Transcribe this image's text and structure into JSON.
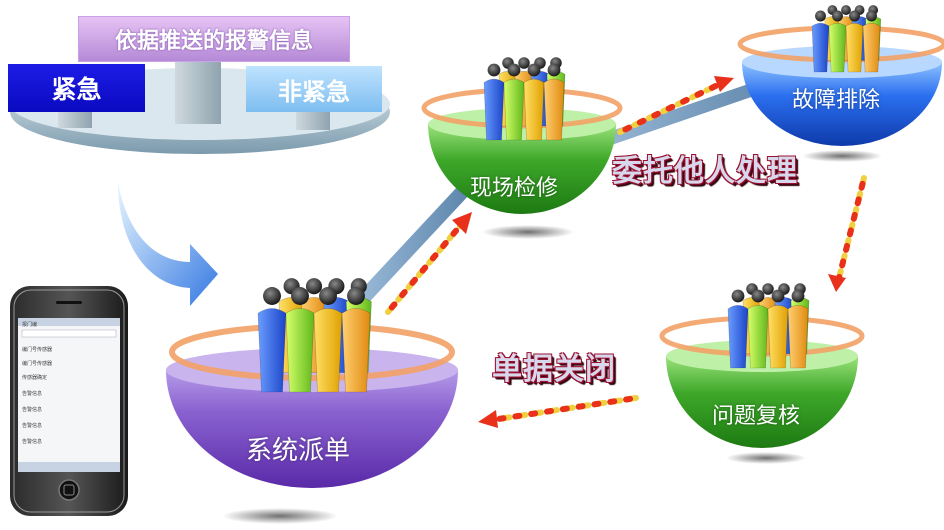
{
  "title": "依据推送的报警信息",
  "categories": {
    "urgent": "紧急",
    "non_urgent": "非紧急"
  },
  "nodes": {
    "dispatch": "系统派单",
    "onsite": "现场检修",
    "troubleshoot": "故障排除",
    "review": "问题复核"
  },
  "actions": {
    "delegate": "委托他人处理",
    "close": "单据关闭"
  },
  "colors": {
    "dispatch_bowl": "#7a52c4",
    "onsite_bowl": "#3ea82a",
    "troubleshoot_bowl": "#1f5ee0",
    "review_bowl": "#3ea82a",
    "ring": "#f3a166",
    "dashed_arrow": "#e8301a"
  },
  "phone": {
    "screen_lines": [
      "报门编",
      "编门号传感器",
      "编门号传感器",
      "传感器确定",
      "告警信息",
      "告警信息",
      "告警信息",
      "告警信息"
    ]
  }
}
